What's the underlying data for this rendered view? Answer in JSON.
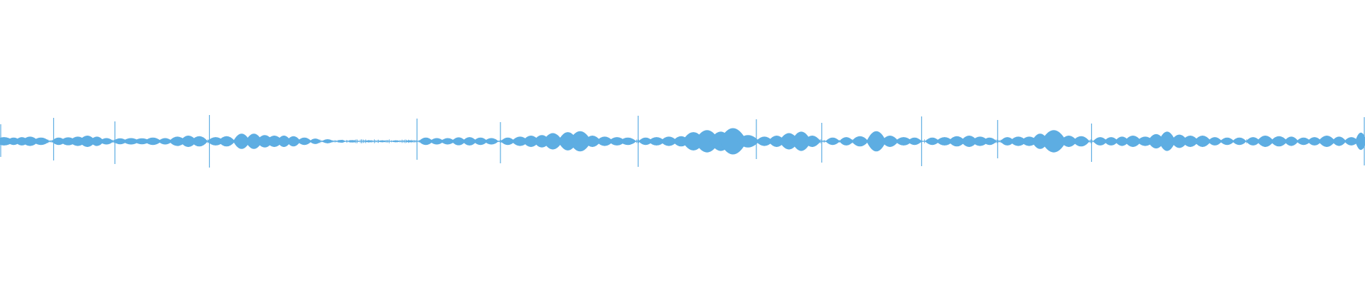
{
  "waveform": {
    "color": "#5DADE2",
    "background": "#ffffff",
    "transient_positions": [
      0.0,
      0.0393,
      0.0842,
      0.1534,
      0.3055,
      0.3666,
      0.4675,
      0.5541,
      0.602,
      0.6752,
      0.7309,
      0.7997,
      1.0
    ],
    "blobs": [
      [
        0.003,
        0.007,
        0.4
      ],
      [
        0.01,
        0.005,
        0.35
      ],
      [
        0.016,
        0.005,
        0.4
      ],
      [
        0.022,
        0.006,
        0.45
      ],
      [
        0.03,
        0.006,
        0.35
      ],
      [
        0.043,
        0.005,
        0.35
      ],
      [
        0.05,
        0.006,
        0.38
      ],
      [
        0.057,
        0.006,
        0.45
      ],
      [
        0.064,
        0.006,
        0.55
      ],
      [
        0.071,
        0.005,
        0.45
      ],
      [
        0.078,
        0.005,
        0.3
      ],
      [
        0.088,
        0.005,
        0.28
      ],
      [
        0.096,
        0.006,
        0.3
      ],
      [
        0.104,
        0.006,
        0.28
      ],
      [
        0.112,
        0.006,
        0.35
      ],
      [
        0.121,
        0.005,
        0.3
      ],
      [
        0.13,
        0.006,
        0.45
      ],
      [
        0.138,
        0.006,
        0.55
      ],
      [
        0.146,
        0.006,
        0.5
      ],
      [
        0.158,
        0.006,
        0.4
      ],
      [
        0.166,
        0.006,
        0.5
      ],
      [
        0.177,
        0.006,
        0.75
      ],
      [
        0.186,
        0.006,
        0.75
      ],
      [
        0.194,
        0.006,
        0.6
      ],
      [
        0.201,
        0.006,
        0.55
      ],
      [
        0.208,
        0.005,
        0.55
      ],
      [
        0.215,
        0.005,
        0.5
      ],
      [
        0.223,
        0.005,
        0.35
      ],
      [
        0.231,
        0.004,
        0.25
      ],
      [
        0.24,
        0.004,
        0.18
      ],
      [
        0.25,
        0.003,
        0.12
      ],
      [
        0.258,
        0.003,
        0.1
      ],
      [
        0.27,
        0.003,
        0.08
      ],
      [
        0.28,
        0.003,
        0.08
      ],
      [
        0.29,
        0.003,
        0.08
      ],
      [
        0.3,
        0.003,
        0.08
      ],
      [
        0.312,
        0.005,
        0.35
      ],
      [
        0.32,
        0.005,
        0.3
      ],
      [
        0.328,
        0.005,
        0.3
      ],
      [
        0.336,
        0.005,
        0.38
      ],
      [
        0.344,
        0.005,
        0.4
      ],
      [
        0.352,
        0.005,
        0.35
      ],
      [
        0.36,
        0.005,
        0.3
      ],
      [
        0.372,
        0.005,
        0.35
      ],
      [
        0.381,
        0.006,
        0.45
      ],
      [
        0.389,
        0.006,
        0.55
      ],
      [
        0.397,
        0.006,
        0.6
      ],
      [
        0.405,
        0.007,
        0.8
      ],
      [
        0.416,
        0.007,
        0.9
      ],
      [
        0.425,
        0.008,
        1.0
      ],
      [
        0.434,
        0.006,
        0.55
      ],
      [
        0.443,
        0.006,
        0.45
      ],
      [
        0.452,
        0.006,
        0.4
      ],
      [
        0.46,
        0.006,
        0.35
      ],
      [
        0.473,
        0.005,
        0.35
      ],
      [
        0.481,
        0.006,
        0.4
      ],
      [
        0.49,
        0.006,
        0.45
      ],
      [
        0.499,
        0.006,
        0.5
      ],
      [
        0.508,
        0.008,
        0.9
      ],
      [
        0.518,
        0.009,
        1.1
      ],
      [
        0.528,
        0.008,
        0.95
      ],
      [
        0.537,
        0.01,
        1.3
      ],
      [
        0.548,
        0.008,
        0.6
      ],
      [
        0.56,
        0.006,
        0.45
      ],
      [
        0.569,
        0.006,
        0.55
      ],
      [
        0.578,
        0.007,
        0.8
      ],
      [
        0.587,
        0.007,
        0.95
      ],
      [
        0.595,
        0.006,
        0.55
      ],
      [
        0.61,
        0.005,
        0.35
      ],
      [
        0.62,
        0.005,
        0.4
      ],
      [
        0.63,
        0.006,
        0.5
      ],
      [
        0.642,
        0.007,
        1.0
      ],
      [
        0.652,
        0.006,
        0.55
      ],
      [
        0.662,
        0.006,
        0.4
      ],
      [
        0.67,
        0.005,
        0.35
      ],
      [
        0.683,
        0.005,
        0.35
      ],
      [
        0.692,
        0.006,
        0.4
      ],
      [
        0.701,
        0.006,
        0.5
      ],
      [
        0.71,
        0.006,
        0.55
      ],
      [
        0.718,
        0.006,
        0.45
      ],
      [
        0.725,
        0.005,
        0.35
      ],
      [
        0.738,
        0.005,
        0.4
      ],
      [
        0.746,
        0.006,
        0.45
      ],
      [
        0.754,
        0.006,
        0.45
      ],
      [
        0.762,
        0.006,
        0.75
      ],
      [
        0.772,
        0.009,
        1.1
      ],
      [
        0.783,
        0.006,
        0.55
      ],
      [
        0.792,
        0.006,
        0.5
      ],
      [
        0.806,
        0.005,
        0.4
      ],
      [
        0.814,
        0.005,
        0.4
      ],
      [
        0.822,
        0.005,
        0.45
      ],
      [
        0.83,
        0.006,
        0.55
      ],
      [
        0.839,
        0.006,
        0.45
      ],
      [
        0.847,
        0.006,
        0.7
      ],
      [
        0.855,
        0.006,
        0.95
      ],
      [
        0.864,
        0.006,
        0.65
      ],
      [
        0.872,
        0.006,
        0.55
      ],
      [
        0.881,
        0.006,
        0.55
      ],
      [
        0.89,
        0.005,
        0.4
      ],
      [
        0.899,
        0.005,
        0.35
      ],
      [
        0.908,
        0.005,
        0.35
      ],
      [
        0.918,
        0.005,
        0.4
      ],
      [
        0.927,
        0.006,
        0.55
      ],
      [
        0.937,
        0.006,
        0.5
      ],
      [
        0.946,
        0.005,
        0.45
      ],
      [
        0.955,
        0.005,
        0.35
      ],
      [
        0.963,
        0.005,
        0.4
      ],
      [
        0.972,
        0.006,
        0.55
      ],
      [
        0.981,
        0.005,
        0.45
      ],
      [
        0.99,
        0.005,
        0.4
      ],
      [
        0.997,
        0.004,
        0.85
      ]
    ]
  }
}
